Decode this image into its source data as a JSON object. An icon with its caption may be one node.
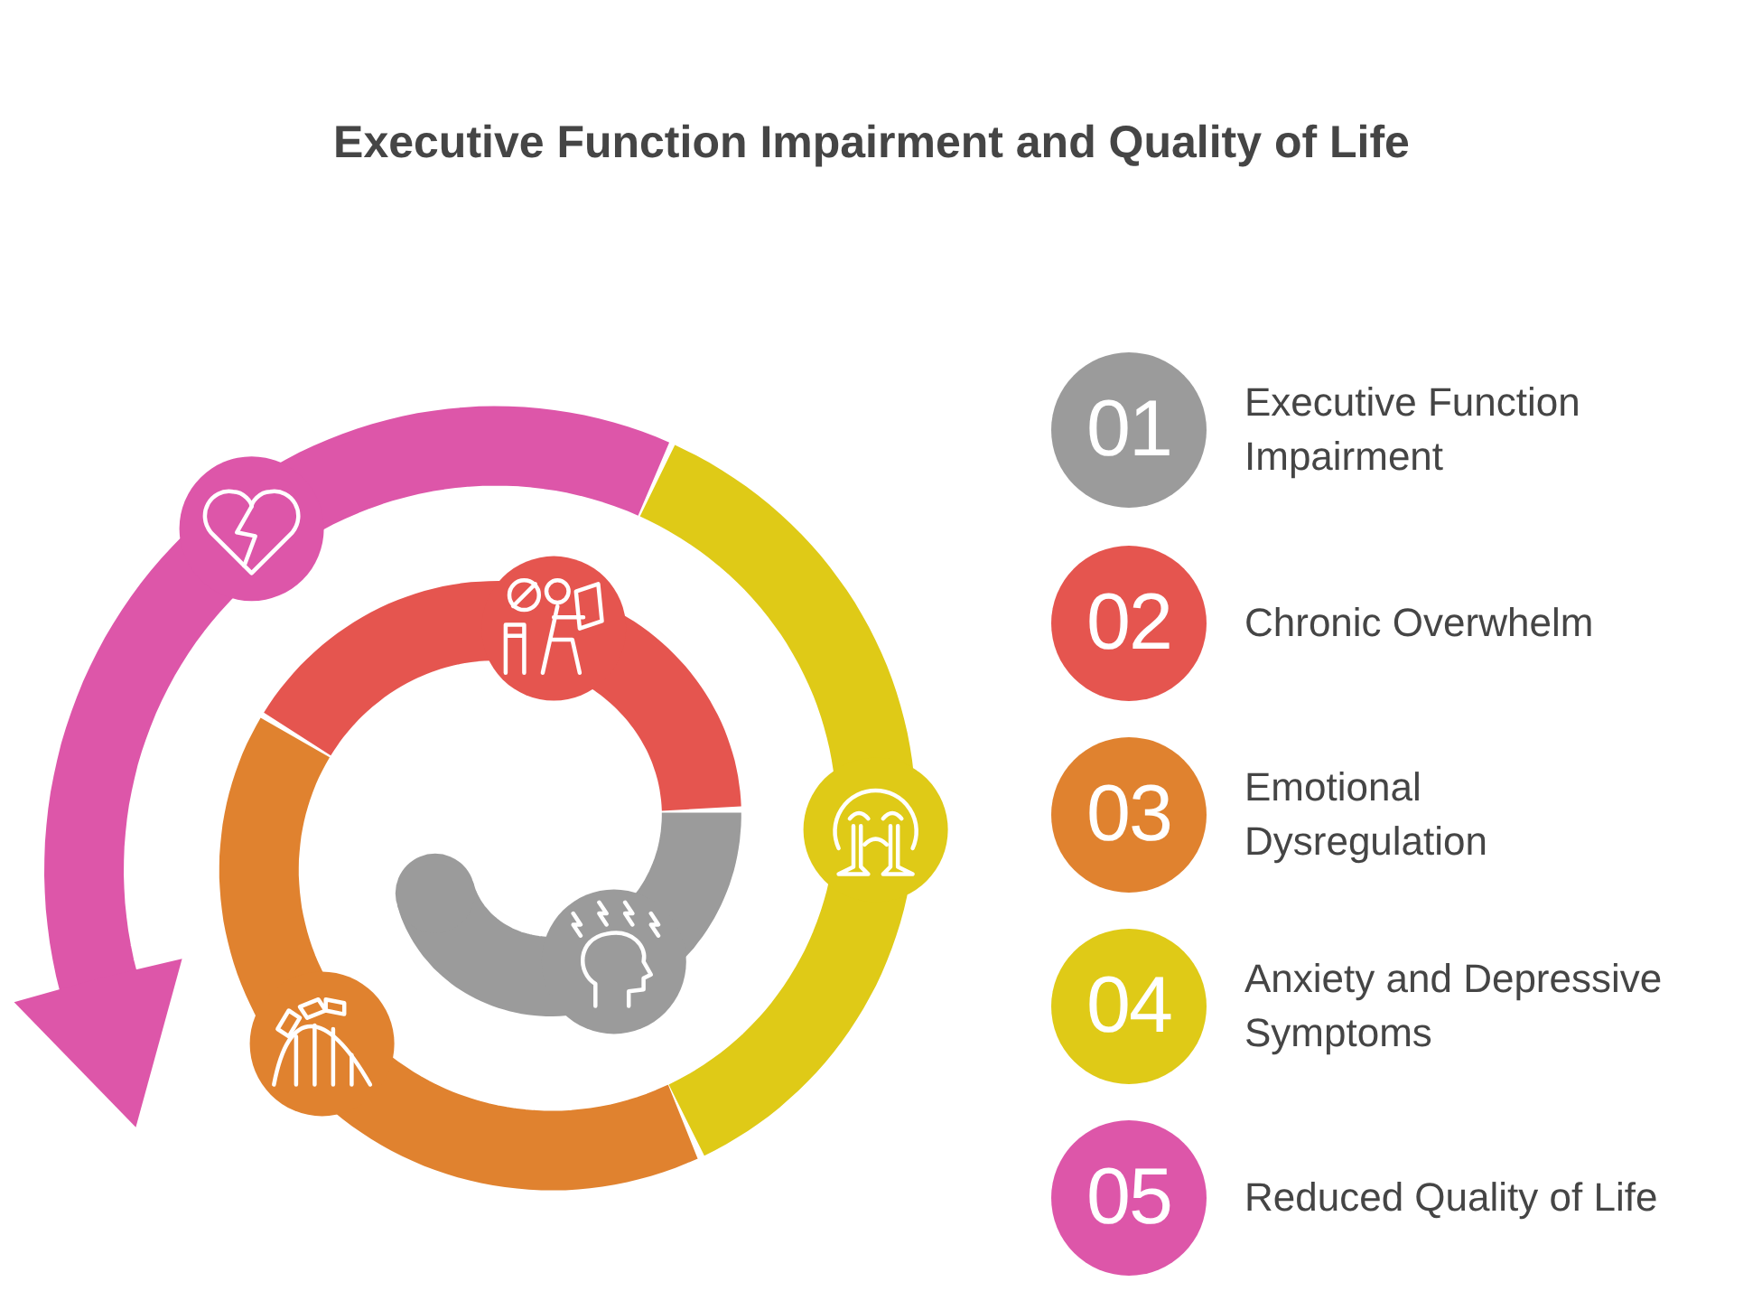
{
  "diagram": {
    "title": "Executive Function Impairment and Quality of Life",
    "nodes": [
      {
        "text": [
          "01"
        ],
        "beside": [
          "Executive Function Impairment"
        ]
      },
      {
        "text": [
          "02"
        ],
        "beside": [
          "Chronic Overwhelm"
        ]
      },
      {
        "text": [
          "03"
        ],
        "beside": [
          "Emotional Dysregulation"
        ]
      },
      {
        "text": [
          "04"
        ],
        "beside": [
          "Anxiety and Depressive Symptoms"
        ]
      },
      {
        "text": [
          "05"
        ],
        "beside": [
          "Reduced Quality of Life"
        ]
      }
    ]
  }
}
